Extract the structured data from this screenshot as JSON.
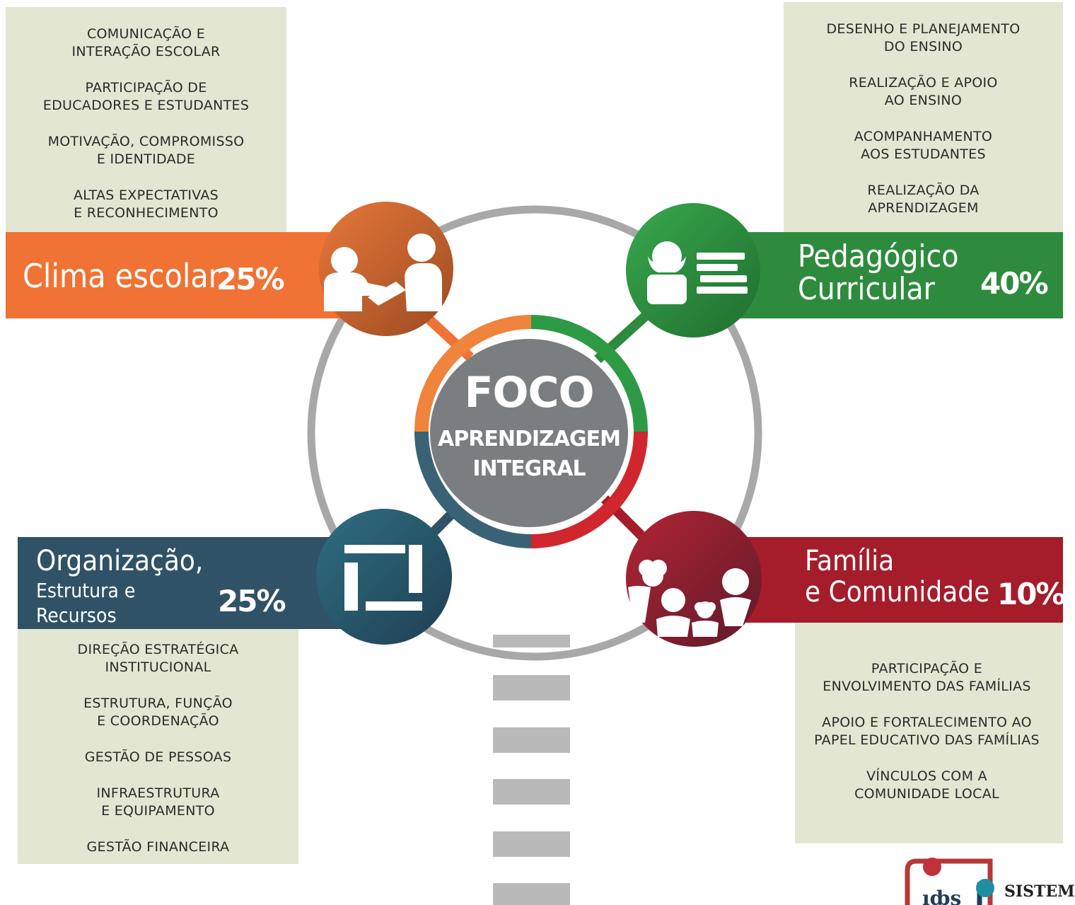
{
  "center": {
    "title": "FOCO",
    "subtitle_line1": "APRENDIZAGEM",
    "subtitle_line2": "INTEGRAL"
  },
  "quadrants": {
    "clima": {
      "title": "Clima escolar",
      "percent": "25%",
      "color": "#f07234",
      "icon": "handshake-icon",
      "items": [
        "COMUNICAÇÃO E\nINTERAÇÃO ESCOLAR",
        "PARTICIPAÇÃO DE\nEDUCADORES E ESTUDANTES",
        "MOTIVAÇÃO, COMPROMISSO\nE IDENTIDADE",
        "ALTAS EXPECTATIVAS\nE RECONHECIMENTO"
      ]
    },
    "pedagogico": {
      "title": "Pedagógico\nCurricular",
      "percent": "40%",
      "color": "#2e8b3e",
      "icon": "student-books-icon",
      "items": [
        "DESENHO E PLANEJAMENTO\nDO ENSINO",
        "REALIZAÇÃO E APOIO\nAO ENSINO",
        "ACOMPANHAMENTO\nAOS ESTUDANTES",
        "REALIZAÇÃO DA\nAPRENDIZAGEM"
      ]
    },
    "organizacao": {
      "title": "Organização,",
      "subtitle": "Estrutura e\nRecursos",
      "percent": "25%",
      "color": "#2f5266",
      "icon": "structure-icon",
      "items": [
        "DIREÇÃO ESTRATÉGICA\nINSTITUCIONAL",
        "ESTRUTURA, FUNÇÃO\nE COORDENAÇÃO",
        "GESTÃO DE PESSOAS",
        "INFRAESTRUTURA\nE EQUIPAMENTO",
        "GESTÃO FINANCEIRA"
      ]
    },
    "familia": {
      "title": "Família\ne Comunidade",
      "percent": "10%",
      "color": "#a51c2a",
      "icon": "family-icon",
      "items": [
        "PARTICIPAÇÃO E\nENVOLVIMENTO DAS FAMÍLIAS",
        "APOIO E FORTALECIMENTO AO\nPAPEL EDUCATIVO DAS FAMÍLIAS",
        "VÍNCULOS COM A\nCOMUNIDADE LOCAL"
      ]
    }
  },
  "logo": {
    "text": "SISTEM",
    "icon": "logo-icon"
  }
}
